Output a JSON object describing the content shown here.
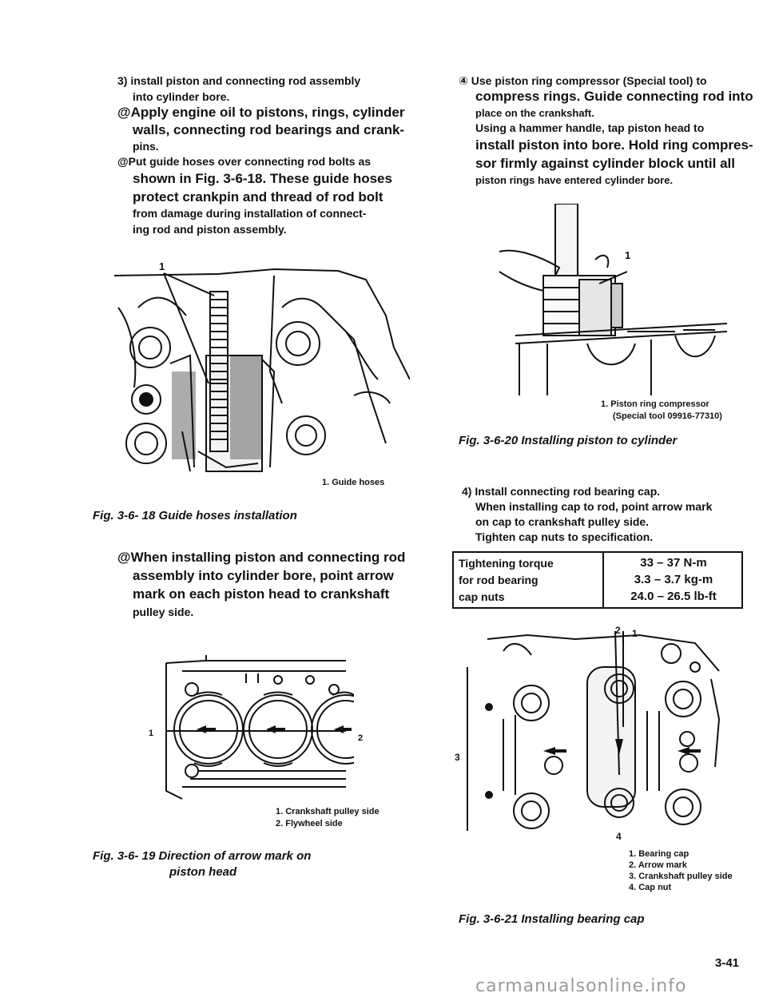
{
  "left": {
    "step3": [
      "3) install piston and connecting rod assembly",
      "into cylinder bore."
    ],
    "bullet1": [
      "@Apply engine oil to pistons, rings, cylinder",
      "walls, connecting rod bearings and crank-",
      "pins."
    ],
    "bullet2": [
      "@Put guide hoses over connecting rod bolts as",
      "shown in Fig. 3-6-18. These guide hoses",
      "protect crankpin and thread of rod bolt",
      "from damage during installation of connect-",
      "ing rod and piston assembly."
    ],
    "fig18": {
      "callout": "1",
      "legend": [
        "1. Guide hoses"
      ],
      "caption": "Fig. 3-6- 18 Guide hoses installation"
    },
    "bullet3": [
      "@When installing piston and connecting rod",
      "assembly into cylinder bore, point arrow",
      "mark on each piston head to crankshaft",
      "pulley side."
    ],
    "fig19": {
      "callout1": "1",
      "callout2": "2",
      "legend": [
        "1. Crankshaft pulley side",
        "2. Flywheel side"
      ],
      "caption": [
        "Fig. 3-6- 19 Direction of arrow mark on",
        "piston head"
      ]
    }
  },
  "right": {
    "bullet4": [
      "④ Use piston ring compressor (Special tool) to",
      "compress rings. Guide connecting rod into",
      "place on the crankshaft.",
      "Using a hammer handle, tap piston head to",
      "install piston into bore. Hold ring compres-",
      "sor firmly against cylinder block until all",
      "piston rings have entered cylinder bore."
    ],
    "fig20": {
      "callout": "1",
      "legend": [
        "1. Piston ring compressor",
        "(Special tool 09916-77310)"
      ],
      "caption": "Fig. 3-6-20 Installing piston to cylinder"
    },
    "step4": [
      "4) Install connecting rod bearing cap.",
      "When installing cap to rod, point arrow mark",
      "on cap to crankshaft pulley side.",
      "Tighten cap nuts to specification."
    ],
    "spec_table": {
      "label": [
        "Tightening torque",
        "for rod bearing",
        "cap nuts"
      ],
      "values": [
        "33 – 37 N-m",
        "3.3 – 3.7 kg-m",
        "24.0 – 26.5 lb-ft"
      ]
    },
    "fig21": {
      "callout1": "1",
      "callout2": "2",
      "callout3": "3",
      "callout4": "4",
      "legend": [
        "1. Bearing cap",
        "2. Arrow mark",
        "3. Crankshaft pulley side",
        "4. Cap nut"
      ],
      "caption": "Fig. 3-6-21 Installing bearing cap"
    }
  },
  "page_number": "3-41",
  "watermark": "carmanualsonline.info"
}
